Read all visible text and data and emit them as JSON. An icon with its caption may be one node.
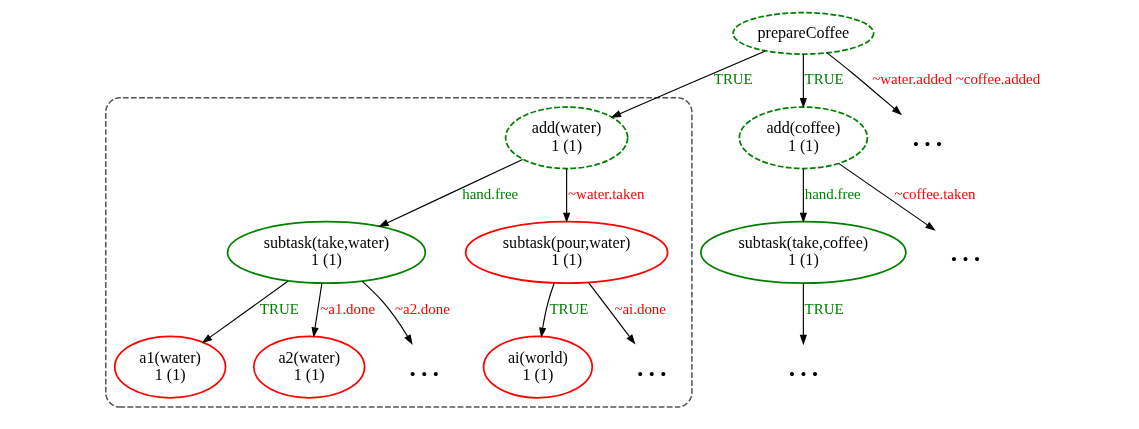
{
  "diagram": {
    "nodes": [
      {
        "text": [
          "prepareCoffee"
        ]
      },
      {
        "text": [],
        "shape": "box"
      },
      {
        "text": [
          "add(water)",
          "1 (1)"
        ],
        "in": 1
      },
      {
        "text": [
          "subtask(take,water)",
          "1 (1)"
        ],
        "in": 1
      },
      {
        "text": [
          "subtask(pour,water)",
          "1 (1)"
        ],
        "in": 1
      },
      {
        "text": [
          "a1(water)",
          "1 (1)"
        ],
        "in": 1
      },
      {
        "text": [
          "a2(water)",
          "1 (1)"
        ],
        "in": 1
      },
      {
        "text": [
          "…"
        ],
        "in": 1
      },
      {
        "text": [
          "ai(world)",
          "1 (1)"
        ],
        "in": 1
      },
      {
        "text": [
          "…"
        ],
        "in": 1
      },
      {
        "text": [
          "add(coffee)",
          "1 (1)"
        ]
      },
      {
        "text": [
          "…"
        ]
      },
      {
        "text": [
          "subtask(take,coffee)",
          "1 (1)"
        ]
      },
      {
        "text": [
          "…"
        ]
      },
      {
        "text": [
          "…"
        ]
      }
    ],
    "edges": [
      {
        "from": 0,
        "to": 2,
        "arrow": "to",
        "label": "TRUE"
      },
      {
        "from": 0,
        "to": 10,
        "arrow": "to",
        "label": "TRUE"
      },
      {
        "from": 0,
        "to": 11,
        "arrow": "to",
        "label": "~water.added ~coffee.added"
      },
      {
        "from": 2,
        "to": 3,
        "arrow": "to",
        "label": "hand.free"
      },
      {
        "from": 2,
        "to": 4,
        "arrow": "to",
        "label": "~water.taken"
      },
      {
        "from": 3,
        "to": 5,
        "arrow": "to",
        "label": "TRUE"
      },
      {
        "from": 3,
        "to": 6,
        "arrow": "to",
        "label": "~a1.done"
      },
      {
        "from": 3,
        "to": 7,
        "arrow": "to",
        "label": "~a2.done"
      },
      {
        "from": 4,
        "to": 8,
        "arrow": "to",
        "label": "TRUE"
      },
      {
        "from": 4,
        "to": 9,
        "arrow": "to",
        "label": "~ai.done"
      },
      {
        "from": 10,
        "to": 12,
        "arrow": "to",
        "label": "hand.free"
      },
      {
        "from": 10,
        "to": 13,
        "arrow": "to",
        "label": "~coffee.taken"
      },
      {
        "from": 12,
        "to": 14,
        "arrow": "to",
        "label": "TRUE"
      }
    ]
  }
}
